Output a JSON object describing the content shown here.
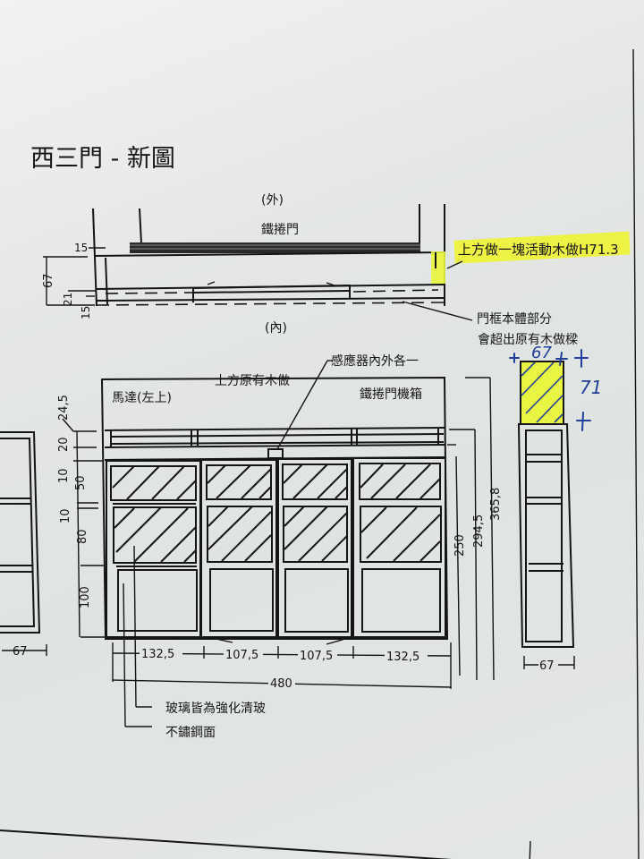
{
  "title": "西三門 - 新圖",
  "plan_view": {
    "outside_label": "(外)",
    "inside_label": "(內)",
    "rolling_door_label": "鐵捲門",
    "dims": {
      "top_offset": "15",
      "depth": "67",
      "frame": "21",
      "bottom_offset": "15"
    },
    "highlight_note": "上方做一塊活動木做H71.3",
    "frame_note_line1": "門框本體部分",
    "frame_note_line2": "會超出原有木做樑",
    "highlight_color": "#e9f53a"
  },
  "elevation": {
    "motor_label": "馬達(左上)",
    "existing_wood_label": "上方原有木做",
    "rolling_box_label": "鐵捲門機箱",
    "sensor_note": "感應器內外各一",
    "left_dims": [
      "24,5",
      "20",
      "10",
      "50",
      "10",
      "80",
      "100"
    ],
    "right_dims": [
      "250",
      "294,5",
      "365,8"
    ],
    "bottom_dims": [
      "132,5",
      "107,5",
      "107,5",
      "132,5"
    ],
    "total_width": "480",
    "glass_note": "玻璃皆為強化清玻",
    "steel_note": "不鏽鋼面",
    "left_partial_width": "67"
  },
  "side_view": {
    "width": "67",
    "handwritten_width": "67",
    "handwritten_height": "71"
  }
}
